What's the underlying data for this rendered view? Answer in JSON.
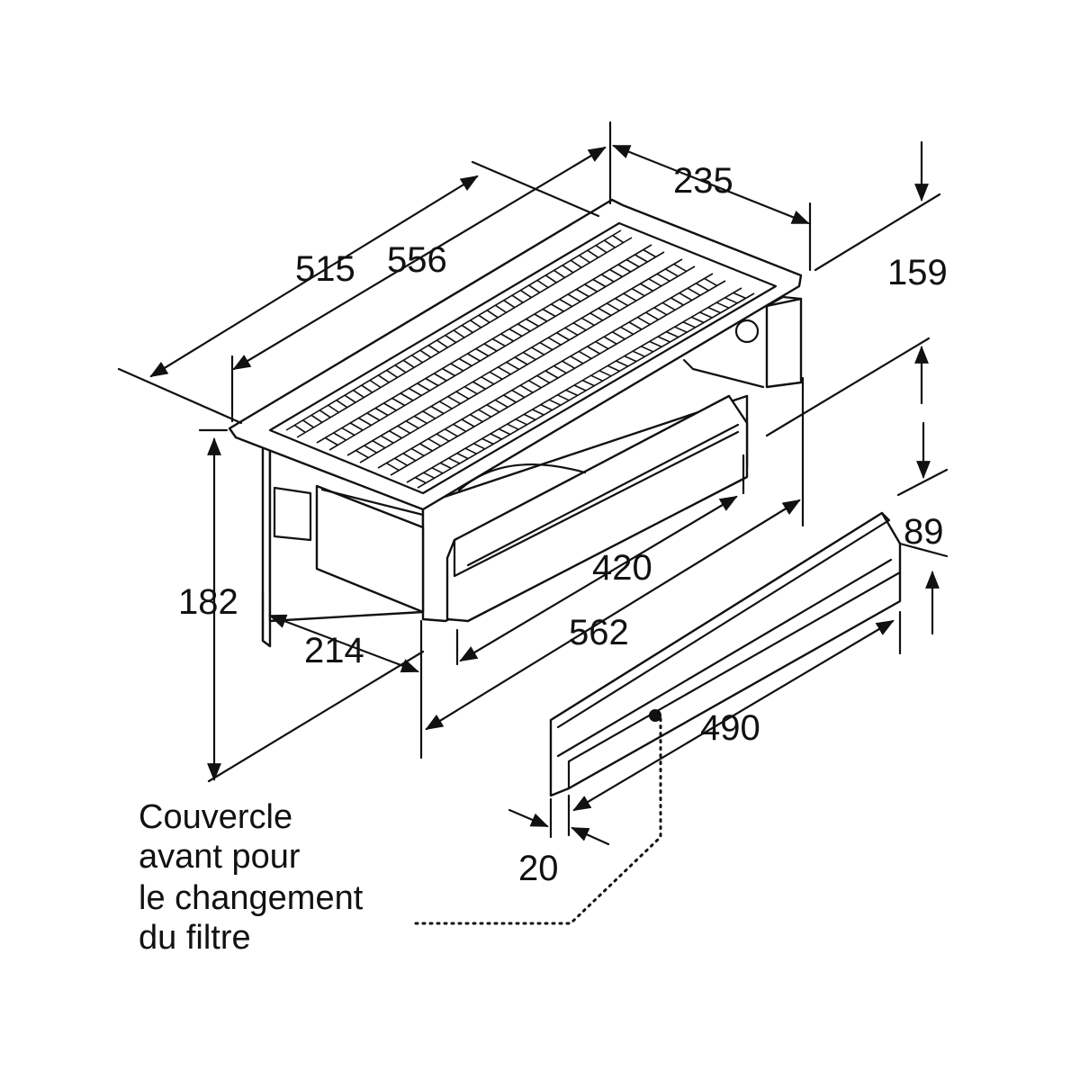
{
  "dimensions": {
    "d515": "515",
    "d556": "556",
    "d235": "235",
    "d159": "159",
    "d182": "182",
    "d214": "214",
    "d420": "420",
    "d562": "562",
    "d89": "89",
    "d490": "490",
    "d20": "20"
  },
  "label": {
    "line1": "Couvercle",
    "line2": "avant pour",
    "line3": "le changement",
    "line4": "du filtre"
  }
}
